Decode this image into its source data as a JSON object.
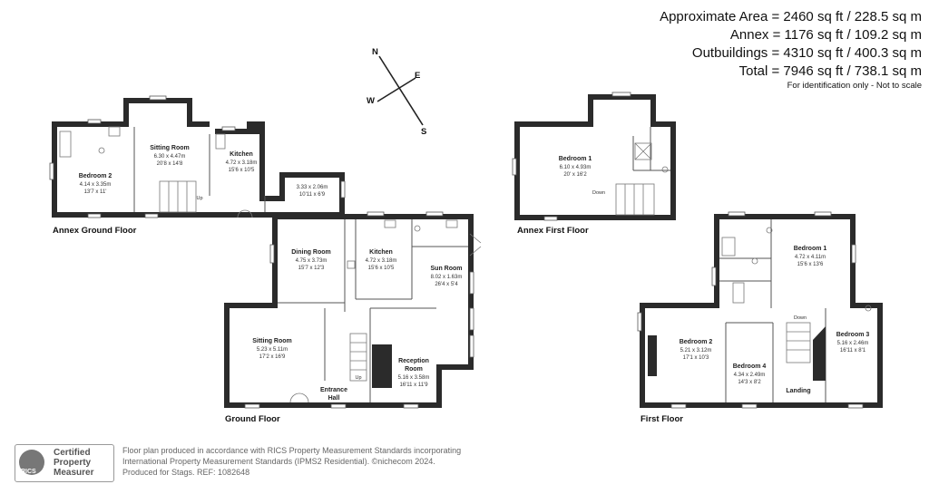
{
  "areas": {
    "approximate": "Approximate Area = 2460 sq ft / 228.5 sq m",
    "annex": "Annex = 1176 sq ft / 109.2 sq m",
    "outbuildings": "Outbuildings = 4310 sq ft / 400.3 sq m",
    "total": "Total = 7946 sq ft / 738.1 sq m",
    "note": "For identification only - Not to scale"
  },
  "compass": {
    "n": "N",
    "e": "E",
    "s": "S",
    "w": "W"
  },
  "floors": {
    "annex_ground": "Annex Ground Floor",
    "annex_first": "Annex First Floor",
    "ground": "Ground Floor",
    "first": "First Floor"
  },
  "rooms": {
    "ag_bedroom2": {
      "name": "Bedroom 2",
      "metric": "4.14 x 3.35m",
      "imperial": "13'7 x 11'"
    },
    "ag_sitting": {
      "name": "Sitting Room",
      "metric": "6.30 x 4.47m",
      "imperial": "20'8 x 14'8"
    },
    "ag_kitchen": {
      "name": "Kitchen",
      "metric": "4.72 x 3.18m",
      "imperial": "15'6 x 10'5"
    },
    "ag_room": {
      "metric": "3.33 x 2.06m",
      "imperial": "10'11 x 6'9"
    },
    "af_bedroom1": {
      "name": "Bedroom 1",
      "metric": "6.10 x 4.93m",
      "imperial": "20' x 16'2"
    },
    "g_dining": {
      "name": "Dining Room",
      "metric": "4.75 x 3.73m",
      "imperial": "15'7 x 12'3"
    },
    "g_kitchen": {
      "name": "Kitchen",
      "metric": "4.72 x 3.18m",
      "imperial": "15'6 x 10'5"
    },
    "g_sun": {
      "name": "Sun Room",
      "metric": "8.02 x 1.63m",
      "imperial": "26'4 x 5'4"
    },
    "g_sitting": {
      "name": "Sitting Room",
      "metric": "5.23 x 5.11m",
      "imperial": "17'2 x 16'9"
    },
    "g_reception_line1": "Reception",
    "g_reception": {
      "name": "Room",
      "metric": "5.16 x 3.58m",
      "imperial": "16'11 x 11'9"
    },
    "g_entrance_line1": "Entrance",
    "g_entrance_line2": "Hall",
    "f_bedroom1": {
      "name": "Bedroom 1",
      "metric": "4.72 x 4.11m",
      "imperial": "15'6 x 13'6"
    },
    "f_bedroom2": {
      "name": "Bedroom 2",
      "metric": "5.21 x 3.12m",
      "imperial": "17'1 x 10'3"
    },
    "f_bedroom3": {
      "name": "Bedroom 3",
      "metric": "5.16 x 2.46m",
      "imperial": "16'11 x 8'1"
    },
    "f_bedroom4": {
      "name": "Bedroom 4",
      "metric": "4.34 x 2.49m",
      "imperial": "14'3 x 8'2"
    },
    "f_landing": "Landing"
  },
  "stairs": {
    "up": "Up",
    "down": "Down"
  },
  "certificate": {
    "line1": "Certified",
    "line2": "Property",
    "line3": "Measurer",
    "logo": "RICS"
  },
  "footer": {
    "line1": "Floor plan produced in accordance with RICS Property Measurement Standards incorporating",
    "line2": "International Property Measurement Standards (IPMS2 Residential).  ©nichecom 2024.",
    "line3": "Produced for Stags.   REF: 1082648"
  }
}
